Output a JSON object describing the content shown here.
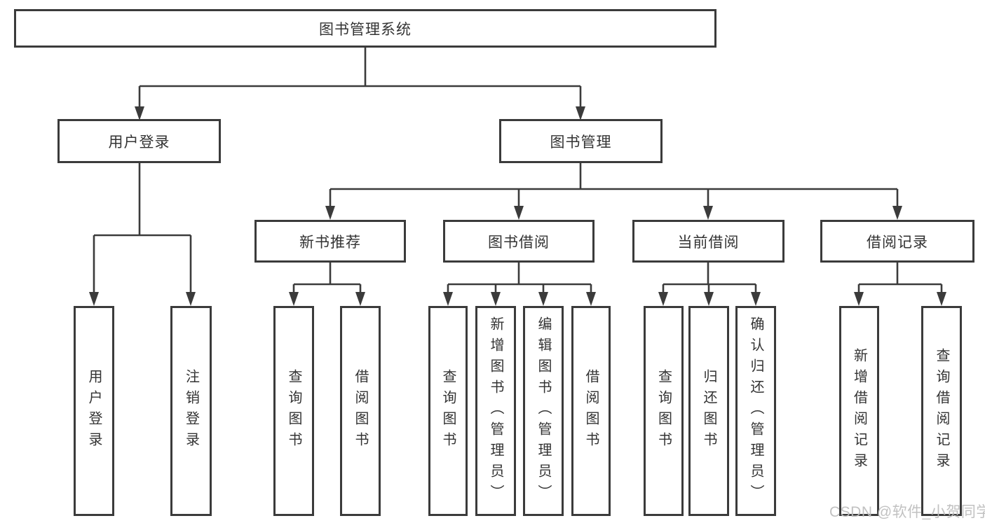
{
  "tree": {
    "label": "图书管理系统",
    "children": [
      {
        "label": "用户登录",
        "children": [
          {
            "label": "用户登录"
          },
          {
            "label": "注销登录"
          }
        ]
      },
      {
        "label": "图书管理",
        "children": [
          {
            "label": "新书推荐",
            "children": [
              {
                "label": "查询图书"
              },
              {
                "label": "借阅图书"
              }
            ]
          },
          {
            "label": "图书借阅",
            "children": [
              {
                "label": "查询图书"
              },
              {
                "label": "新增图书（管理员）"
              },
              {
                "label": "编辑图书（管理员）"
              },
              {
                "label": "借阅图书"
              }
            ]
          },
          {
            "label": "当前借阅",
            "children": [
              {
                "label": "查询图书"
              },
              {
                "label": "归还图书"
              },
              {
                "label": "确认归还（管理员）"
              }
            ]
          },
          {
            "label": "借阅记录",
            "children": [
              {
                "label": "新增借阅记录"
              },
              {
                "label": "查询借阅记录"
              }
            ]
          }
        ]
      }
    ]
  },
  "watermark": "CSDN @软件_小贺同学",
  "colors": {
    "line": "#3b3b3b",
    "box_background": "#ffffff",
    "text": "#333333",
    "watermark": "#bebebe"
  }
}
